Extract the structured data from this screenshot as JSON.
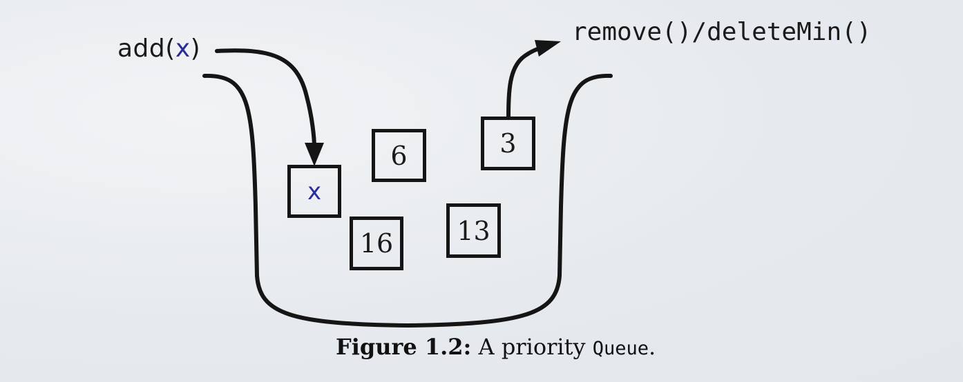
{
  "labels": {
    "add_prefix": "add(",
    "add_var": "x",
    "add_suffix": ")",
    "remove": "remove()/deleteMin()"
  },
  "boxes": {
    "x": "x",
    "six": "6",
    "three": "3",
    "sixteen": "16",
    "thirteen": "13"
  },
  "caption": {
    "figure": "Figure 1.2:",
    "text": "A priority",
    "code": "Queue",
    "period": "."
  },
  "colors": {
    "ink": "#151515",
    "variable": "#2b2b9a"
  }
}
